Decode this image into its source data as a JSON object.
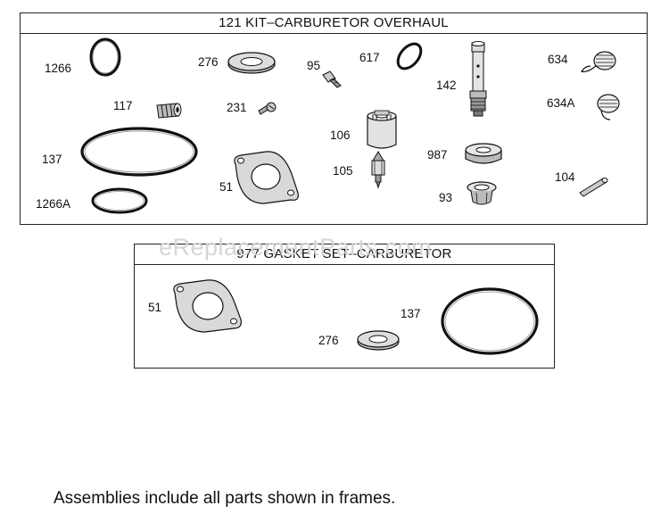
{
  "watermark": "eReplacementParts.com",
  "footer": "Assemblies include all parts shown in frames.",
  "kit_frame": {
    "title": "121 KIT–CARBURETOR OVERHAUL",
    "labels": {
      "p1266": "1266",
      "p276": "276",
      "p95": "95",
      "p617": "617",
      "p142": "142",
      "p634": "634",
      "p634a": "634A",
      "p117": "117",
      "p231": "231",
      "p106": "106",
      "p137": "137",
      "p105": "105",
      "p987": "987",
      "p51": "51",
      "p104": "104",
      "p1266a": "1266A",
      "p93": "93"
    }
  },
  "gasket_frame": {
    "title": "977 GASKET SET–CARBURETOR",
    "labels": {
      "p51": "51",
      "p137": "137",
      "p276": "276"
    }
  }
}
